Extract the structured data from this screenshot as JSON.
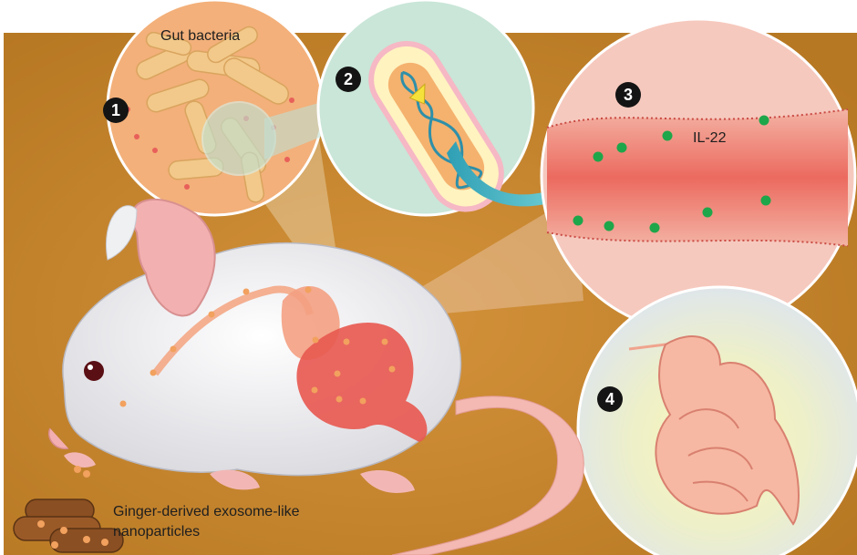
{
  "labels": {
    "gut_bacteria": "Gut bacteria",
    "il22": "IL-22",
    "nanoparticles_line1": "Ginger-derived exosome-like",
    "nanoparticles_line2": "nanoparticles"
  },
  "steps": [
    "1",
    "2",
    "3",
    "4"
  ],
  "colors": {
    "background": "#c8862c",
    "bacteria": "#f2c98a",
    "intestine": "#e8584f",
    "il22_dot": "#1ea64a",
    "arrow": "#5fc6cc",
    "healed_gut": "#f6b8a2",
    "glow": "#f7ef9a"
  }
}
